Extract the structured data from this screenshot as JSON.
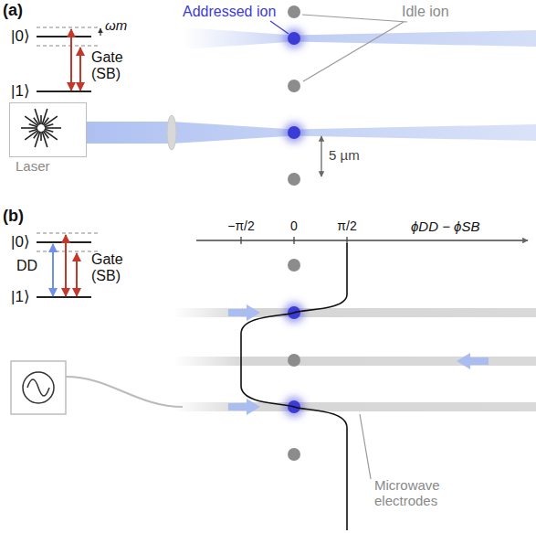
{
  "diagram": {
    "nodes": [
      {
        "text": [
          "Laser"
        ]
      }
    ],
    "labels": [
      "(a)",
      "|0⟩",
      "ωm",
      "Gate (SB)",
      "|1⟩",
      "Addressed ion",
      "Idle ion",
      "5 µm",
      "(b)",
      "|0⟩",
      "DD",
      "Gate (SB)",
      "|1⟩",
      "−π/2",
      "0",
      "π/2",
      "ϕDD − ϕSB",
      "Microwave electrodes"
    ]
  }
}
